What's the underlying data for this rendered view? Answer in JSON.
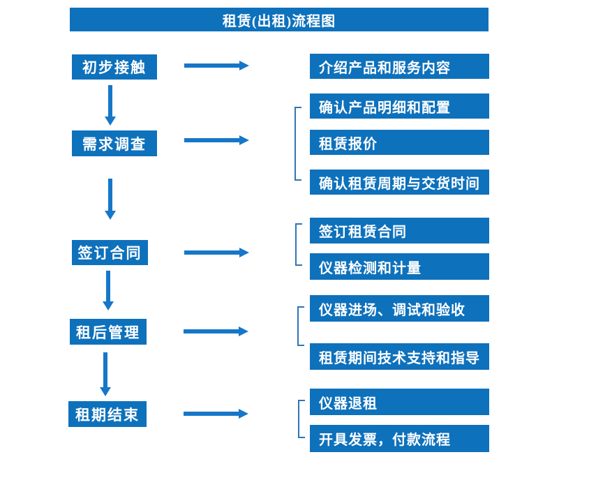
{
  "title": "租赁(出租)流程图",
  "colors": {
    "box_blue": "#0E71BC",
    "arrow_blue": "#1677C8",
    "bracket_blue": "#2E75B6",
    "text": "#FFFFFF",
    "background": "#FFFFFF"
  },
  "steps": [
    {
      "label": "初步接触",
      "details": [
        "介绍产品和服务内容"
      ]
    },
    {
      "label": "需求调查",
      "details": [
        "确认产品明细和配置",
        "租赁报价",
        "确认租赁周期与交货时间"
      ]
    },
    {
      "label": "签订合同",
      "details": [
        "签订租赁合同",
        "仪器检测和计量"
      ]
    },
    {
      "label": "租后管理",
      "details": [
        "仪器进场、调试和验收",
        "租赁期间技术支持和指导"
      ]
    },
    {
      "label": "租期结束",
      "details": [
        "仪器退租",
        "开具发票，付款流程"
      ]
    }
  ]
}
